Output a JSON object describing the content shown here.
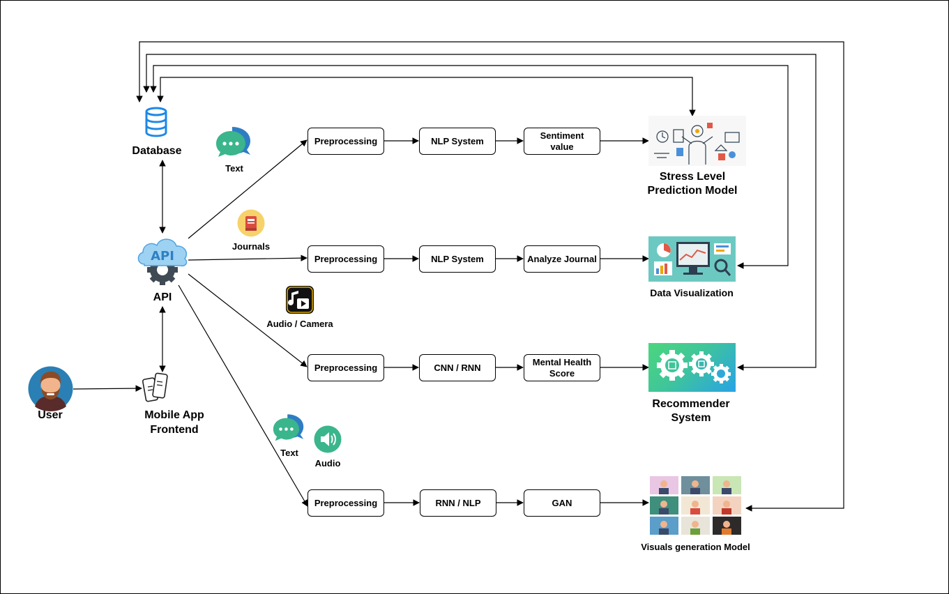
{
  "nodes": {
    "database": "Database",
    "api": "API",
    "user": "User",
    "frontend_line1": "Mobile App",
    "frontend_line2": "Frontend"
  },
  "inputs": {
    "text_1": "Text",
    "journals": "Journals",
    "audio_camera": "Audio / Camera",
    "text_2": "Text",
    "audio": "Audio"
  },
  "pipelines": [
    {
      "step1": "Preprocessing",
      "step2": "NLP System",
      "step3_line1": "Sentiment",
      "step3_line2": "value",
      "model_line1": "Stress Level",
      "model_line2": "Prediction Model"
    },
    {
      "step1": "Preprocessing",
      "step2": "NLP System",
      "step3_line1": "Analyze Journal",
      "step3_line2": "",
      "model_line1": "Data Visualization",
      "model_line2": ""
    },
    {
      "step1": "Preprocessing",
      "step2": "CNN / RNN",
      "step3_line1": "Mental Health",
      "step3_line2": "Score",
      "model_line1": "Recommender",
      "model_line2": "System"
    },
    {
      "step1": "Preprocessing",
      "step2": "RNN / NLP",
      "step3_line1": "GAN",
      "step3_line2": "",
      "model_line1": "Visuals generation Model",
      "model_line2": ""
    }
  ],
  "icons": {
    "database": "database-icon",
    "api": "api-cloud-gear-icon",
    "user": "user-avatar-icon",
    "frontend": "mobile-phones-icon",
    "text": "chat-bubbles-icon",
    "journals": "journal-book-icon",
    "audio_camera": "media-player-icon",
    "audio": "speaker-icon",
    "stress_model": "stress-illustration-icon",
    "data_viz": "dashboard-charts-icon",
    "recommender": "gears-icon",
    "visuals": "video-grid-icon"
  },
  "colors": {
    "database_blue": "#1e88e5",
    "api_blue": "#4fa3e0",
    "chat_green": "#3bb58c",
    "chat_blue": "#2e7dc4",
    "journal_yellow": "#f7d26b",
    "journal_red": "#d94b3f",
    "viz_teal": "#6cc9c2",
    "rec_green": "#4cd67e",
    "rec_blue": "#29a3e6"
  }
}
